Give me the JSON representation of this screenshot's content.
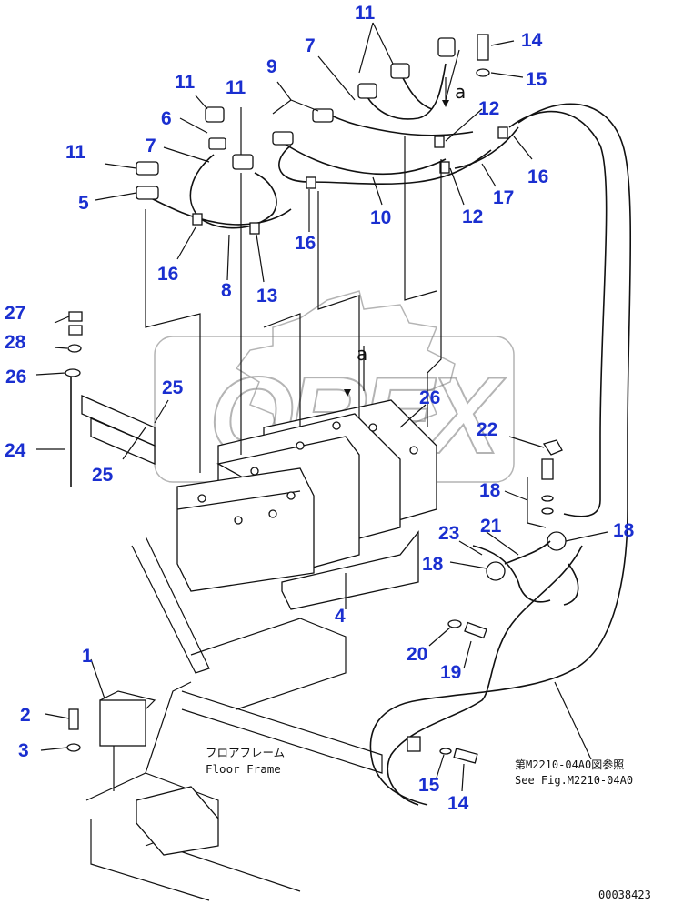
{
  "callouts": [
    {
      "label": "1"
    },
    {
      "label": "2"
    },
    {
      "label": "3"
    },
    {
      "label": "4"
    },
    {
      "label": "5"
    },
    {
      "label": "6"
    },
    {
      "label": "7"
    },
    {
      "label": "7"
    },
    {
      "label": "8"
    },
    {
      "label": "9"
    },
    {
      "label": "10"
    },
    {
      "label": "11"
    },
    {
      "label": "11"
    },
    {
      "label": "11"
    },
    {
      "label": "11"
    },
    {
      "label": "12"
    },
    {
      "label": "12"
    },
    {
      "label": "13"
    },
    {
      "label": "14"
    },
    {
      "label": "14"
    },
    {
      "label": "15"
    },
    {
      "label": "15"
    },
    {
      "label": "16"
    },
    {
      "label": "16"
    },
    {
      "label": "16"
    },
    {
      "label": "17"
    },
    {
      "label": "18"
    },
    {
      "label": "18"
    },
    {
      "label": "18"
    },
    {
      "label": "19"
    },
    {
      "label": "20"
    },
    {
      "label": "21"
    },
    {
      "label": "22"
    },
    {
      "label": "23"
    },
    {
      "label": "24"
    },
    {
      "label": "25"
    },
    {
      "label": "25"
    },
    {
      "label": "26"
    },
    {
      "label": "26"
    },
    {
      "label": "27"
    },
    {
      "label": "28"
    }
  ],
  "floor_frame_jp": "フロアフレーム",
  "floor_frame_en": "Floor Frame",
  "reference_jp": "第M2210-04A0図参照",
  "reference_en": "See Fig.M2210-04A0",
  "marker_a": "a",
  "watermark": "OREX",
  "drawing_number": "00038423",
  "colors": {
    "callout": "#1a2fd0",
    "line": "#111111"
  }
}
